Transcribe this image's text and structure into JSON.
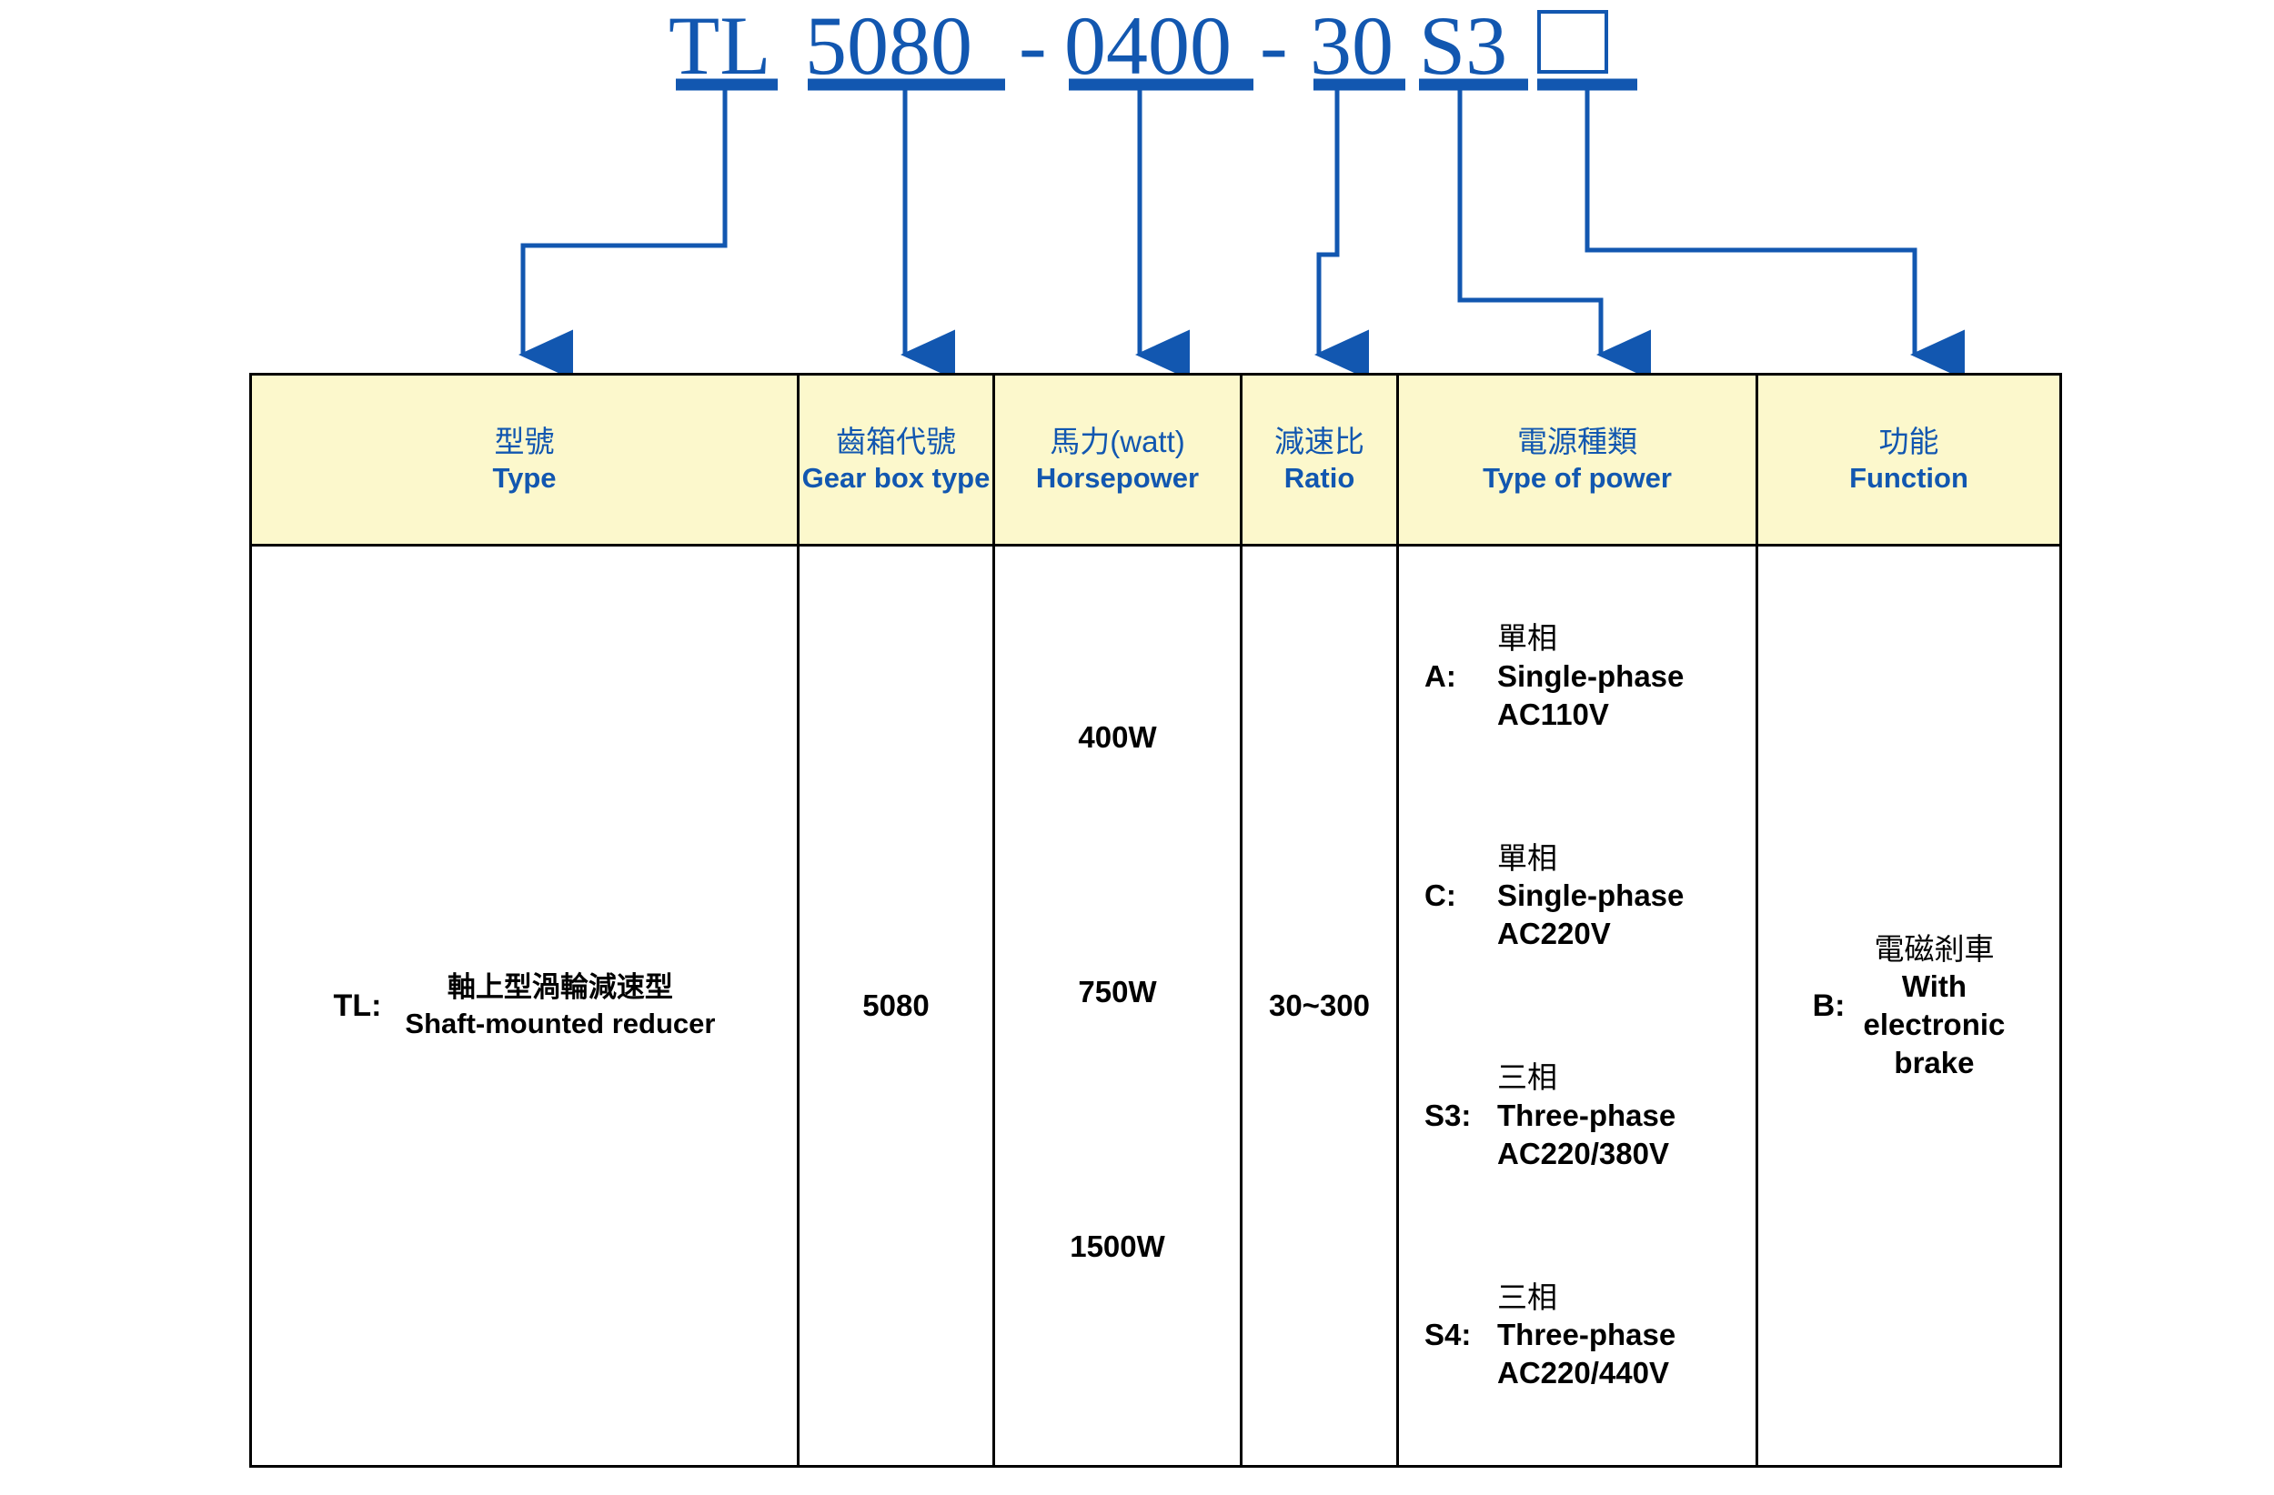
{
  "model_code": {
    "segments": [
      {
        "text": "TL",
        "id": "type"
      },
      {
        "text": "5080",
        "id": "gearbox"
      },
      {
        "text": "-",
        "id": "dash1"
      },
      {
        "text": "0400",
        "id": "horsepower"
      },
      {
        "text": "-",
        "id": "dash2"
      },
      {
        "text": "30",
        "id": "ratio"
      },
      {
        "text": "S3",
        "id": "power"
      },
      {
        "text": "",
        "id": "function-box"
      }
    ],
    "full": "TL 5080 - 0400 - 30 S3"
  },
  "colors": {
    "accent_blue": "#1257b0",
    "header_fill": "#fcf8cc",
    "border": "#000000"
  },
  "table": {
    "headers": [
      {
        "cn": "型號",
        "en": "Type"
      },
      {
        "cn": "齒箱代號",
        "en": "Gear box type"
      },
      {
        "cn": "馬力(watt)",
        "en": "Horsepower"
      },
      {
        "cn": "減速比",
        "en": "Ratio"
      },
      {
        "cn": "電源種類",
        "en": "Type of power"
      },
      {
        "cn": "功能",
        "en": "Function"
      }
    ],
    "type": {
      "key": "TL:",
      "cn": "軸上型渦輪減速型",
      "en": "Shaft-mounted reducer"
    },
    "gearbox": {
      "value": "5080"
    },
    "horsepower": {
      "values": [
        "400W",
        "750W",
        "1500W"
      ]
    },
    "ratio": {
      "value": "30~300"
    },
    "power": {
      "options": [
        {
          "key": "A:",
          "cn": "單相",
          "en1": "Single-phase",
          "en2": "AC110V"
        },
        {
          "key": "C:",
          "cn": "單相",
          "en1": "Single-phase",
          "en2": "AC220V"
        },
        {
          "key": "S3:",
          "cn": "三相",
          "en1": "Three-phase",
          "en2": "AC220/380V"
        },
        {
          "key": "S4:",
          "cn": "三相",
          "en1": "Three-phase",
          "en2": "AC220/440V"
        }
      ]
    },
    "function": {
      "key": "B:",
      "cn": "電磁剎車",
      "en1": "With",
      "en2": "electronic",
      "en3": "brake"
    }
  }
}
